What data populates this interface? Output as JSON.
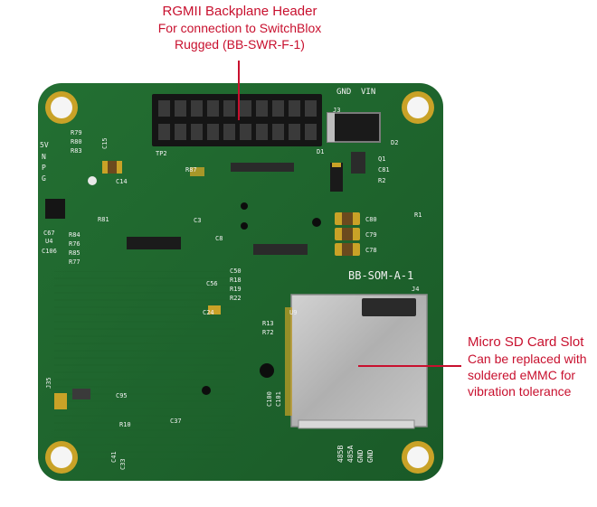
{
  "callouts": {
    "header": {
      "title": "RGMII Backplane Header",
      "line2": "For connection to SwitchBlox",
      "line3": "Rugged (BB-SWR-F-1)"
    },
    "sd_slot": {
      "title": "Micro SD Card Slot",
      "line2": "Can be replaced with",
      "line3": "soldered eMMC for",
      "line4": "vibration tolerance"
    }
  },
  "board": {
    "model_label": "BB-SOM-A-1",
    "top_right_labels": [
      "GND",
      "VIN"
    ],
    "bottom_right_labels": [
      "485B",
      "485A",
      "GND",
      "GND"
    ],
    "left_pin_labels": [
      "5V",
      "N",
      "P",
      "G"
    ],
    "designators": [
      "J3",
      "J4",
      "D1",
      "D2",
      "Q1",
      "C81",
      "R2",
      "R1",
      "C80",
      "C79",
      "C78",
      "U4",
      "U9",
      "C67",
      "C106",
      "TP2",
      "C14",
      "C15",
      "R79",
      "R80",
      "R83",
      "R84",
      "R76",
      "R85",
      "R77",
      "R81",
      "C3",
      "C8",
      "C50",
      "R18",
      "R19",
      "R22",
      "C56",
      "C24",
      "R13",
      "R72",
      "C100",
      "C101",
      "J35",
      "C95",
      "R10",
      "C41",
      "C33",
      "C37",
      "R87"
    ],
    "colors": {
      "pcb": "#1f6b2e",
      "pcb_dark": "#184f23",
      "gold": "#c9a227",
      "silkscreen": "#f2f2f2",
      "callout": "#c8102e",
      "sd_metal": "#b9b9b9"
    }
  }
}
